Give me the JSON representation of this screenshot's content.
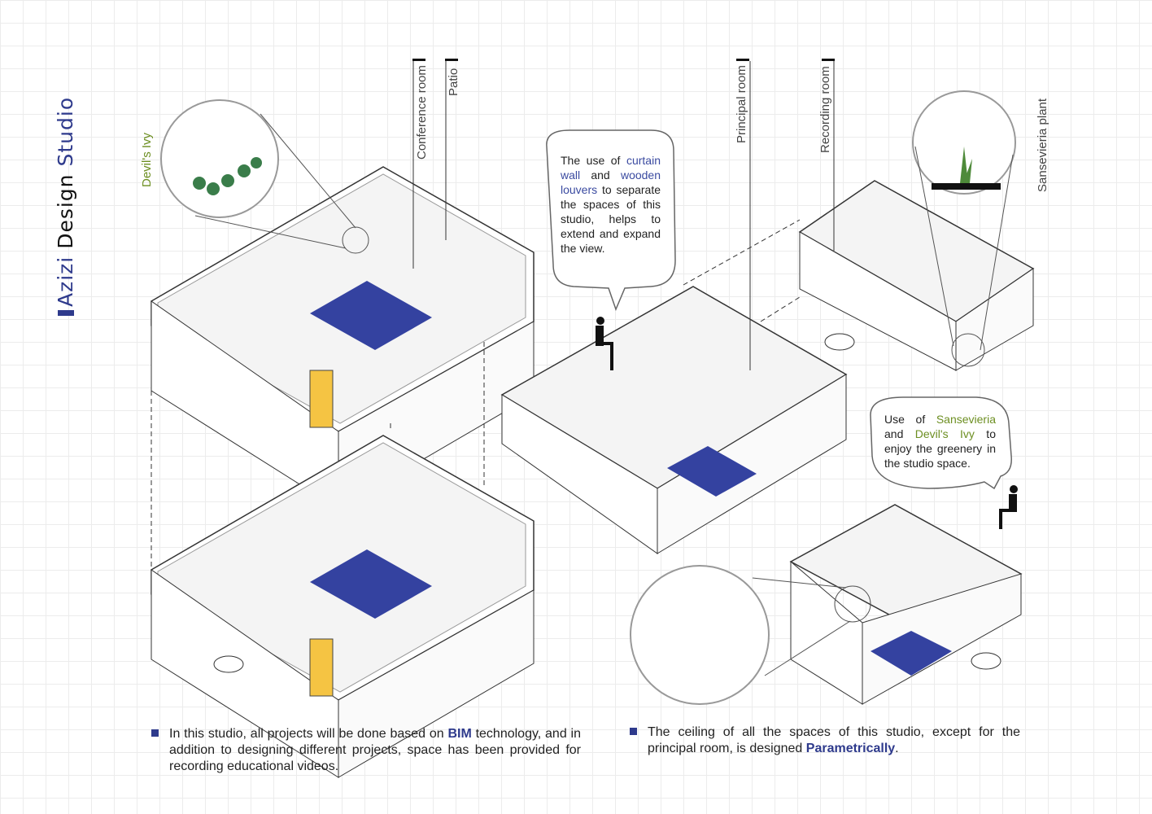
{
  "title": {
    "part1": "Azizi",
    "part2": "Design",
    "part3": "Studio"
  },
  "labels": {
    "devils_ivy": "Devil's Ivy",
    "conference_room": "Conference room",
    "patio": "Patio",
    "principal_room": "Principal room",
    "recording_room": "Recording room",
    "sansevieria_plant": "Sansevieria plant"
  },
  "bubble1": {
    "t1": "The use of ",
    "h1": "curtain wall",
    "t2": " and ",
    "h2": "wooden louvers",
    "t3": " to separate the spaces of this studio, helps to extend and expand the view."
  },
  "bubble2": {
    "t1": "Use of ",
    "h1": "Sansevieria",
    "t2": " and ",
    "h2": "Devil's Ivy",
    "t3": " to enjoy the greenery in the studio space."
  },
  "notes": [
    {
      "t1": "In this studio, all projects will be done based on ",
      "h": "BIM",
      "t2": " technology, and in addition to designing different projects, space has been provided for recording educational videos."
    },
    {
      "t1": "The ceiling of all the spaces of this studio, except for the principal room, is designed ",
      "h": "Parametrically",
      "t2": "."
    }
  ],
  "colors": {
    "accent": "#2e3a8c",
    "green": "#6d8f22",
    "door": "#f5c443"
  }
}
